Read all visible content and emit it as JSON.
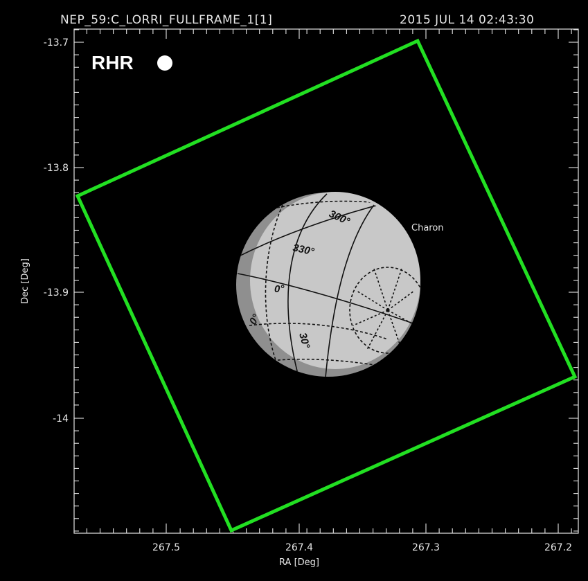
{
  "header": {
    "frame_id": "NEP_59:C_LORRI_FULLFRAME_1[1]",
    "datetime": "2015 JUL 14 02:43:30"
  },
  "badge": {
    "label": "RHR"
  },
  "axes": {
    "x_title": "RA [Deg]",
    "y_title": "Dec [Deg]",
    "x_ticks": [
      "267.5",
      "267.4",
      "267.3",
      "267.2"
    ],
    "y_ticks": [
      "-13.7",
      "-13.8",
      "-13.9",
      "-14"
    ]
  },
  "body": {
    "name": "Charon",
    "longitude_labels": [
      "300°",
      "330°",
      "0°",
      "0°",
      "30°"
    ]
  },
  "colors": {
    "background": "#000000",
    "frame_outline": "#22e022",
    "globe_fill": "#c8c8c8",
    "globe_shadow": "#8f8f8f",
    "axis": "#e6e6e6"
  }
}
